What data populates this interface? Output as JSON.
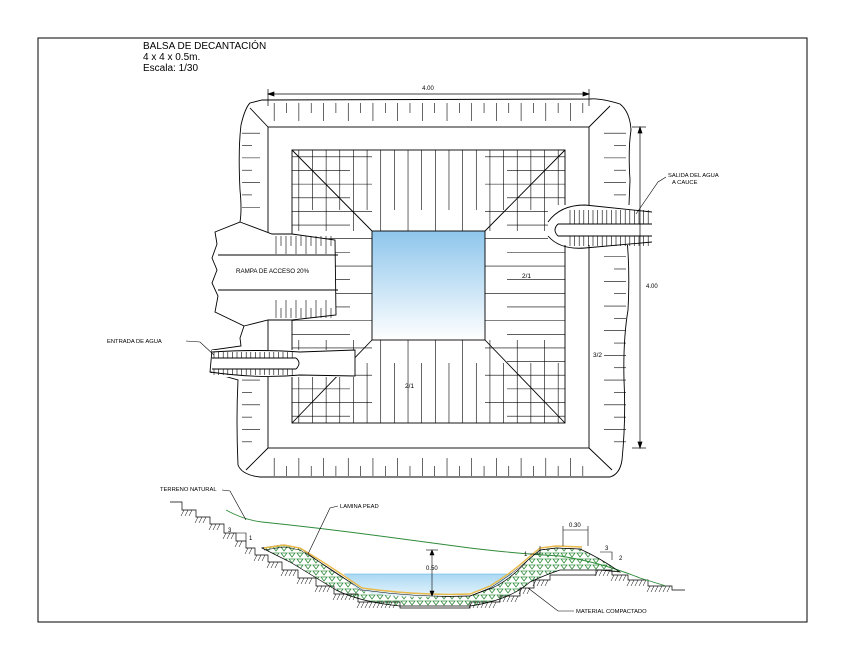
{
  "title_block": {
    "name": "BALSA DE DECANTACIÓN",
    "size": "4 x 4 x 0.5m.",
    "scale": "Escala: 1/30"
  },
  "plan": {
    "dim_top": "4.00",
    "dim_right": "4.00",
    "ramp_label": "RAMPA DE ACCESO 20%",
    "inlet_label": "ENTRADA DE AGUA",
    "outlet_label_1": "SALIDA DEL AGUA",
    "outlet_label_2": "A CAUCE",
    "slope_inner_right": "2/1",
    "slope_inner_bottom": "2/1",
    "slope_outer_right": "3/2"
  },
  "section": {
    "terrain_label": "TERRENO NATURAL",
    "liner_label": "LAMINA PEAD",
    "compacted_label": "MATERIAL COMPACTADO",
    "depth_label": "0.50",
    "crest_label": "0.30",
    "slope_left_h": "3",
    "slope_left_v": "1",
    "slope_right_v": "1",
    "slope_right_h_3": "3",
    "slope_right_h_2": "2"
  },
  "colors": {
    "line": "#000000",
    "water": "#9fd0ee",
    "terrain": "#2e8b3a",
    "liner": "#e9b949"
  }
}
